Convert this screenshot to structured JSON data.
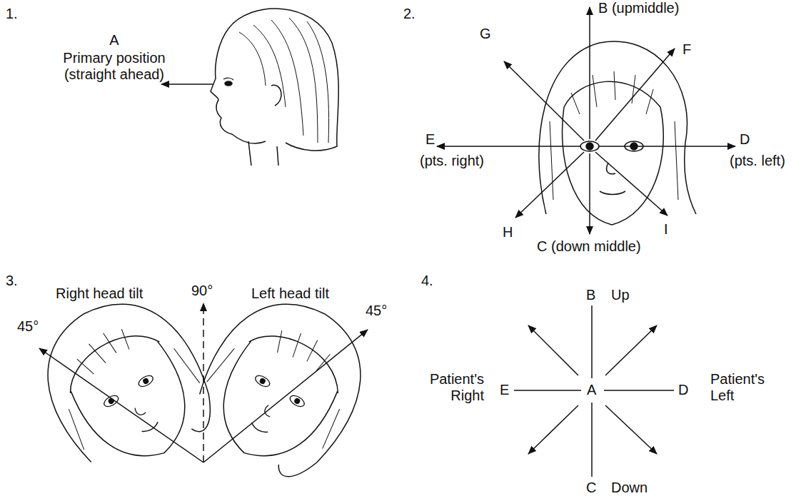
{
  "diagram": {
    "labels": [
      "1.",
      "A",
      "Primary position (straight ahead)",
      "2.",
      "B (upmiddle)",
      "G",
      "F",
      "E",
      "(pts. right)",
      "D",
      "(pts. left)",
      "H",
      "I",
      "C (down middle)",
      "3.",
      "Right head tilt",
      "90°",
      "Left head tilt",
      "45°",
      "45°",
      "4.",
      "B",
      "Up",
      "E",
      "Patient's Right",
      "A",
      "D",
      "Patient's Left",
      "C",
      "Down"
    ]
  }
}
